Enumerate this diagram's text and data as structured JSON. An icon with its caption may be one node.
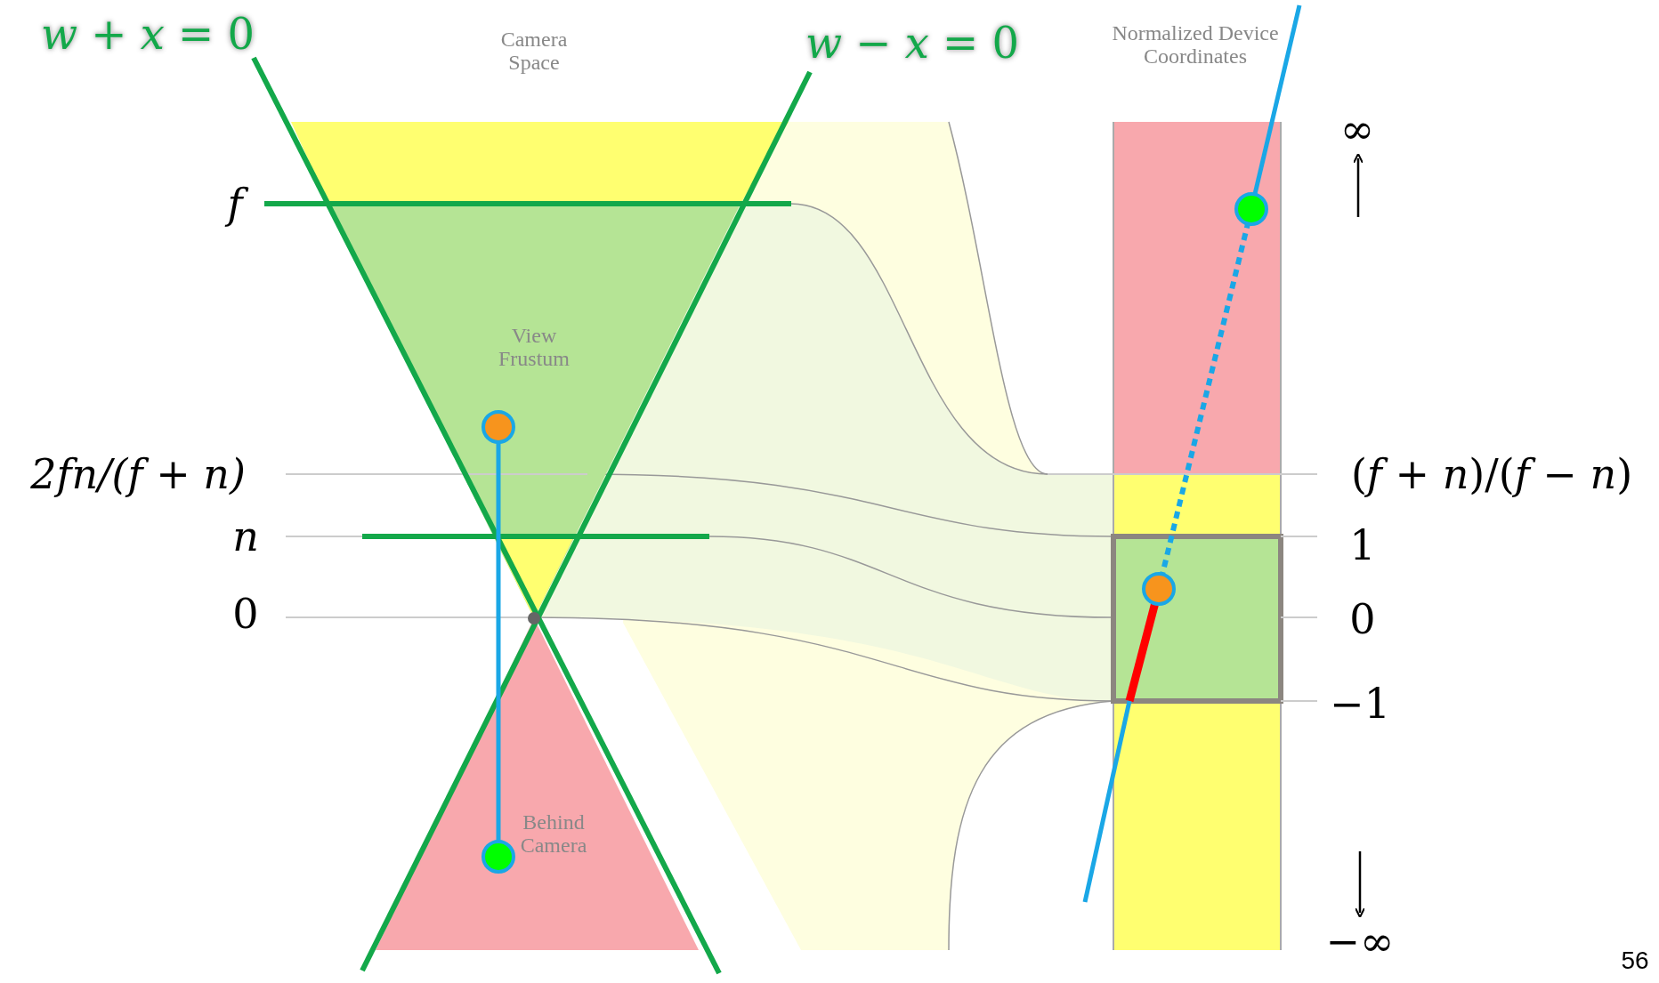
{
  "diagram": {
    "labels": [
      "*w* + *x* = 0",
      "Camera Space",
      "*w* − *x* = 0",
      "Normalized Device Coordinates",
      "∞",
      "f",
      "View Frustum",
      "2fn/(f + n)",
      "(*f* + *n*)/(*f* − *n*)",
      "n",
      "1",
      "0",
      "0",
      "−1",
      "Behind Camera",
      "−∞",
      "56"
    ]
  }
}
